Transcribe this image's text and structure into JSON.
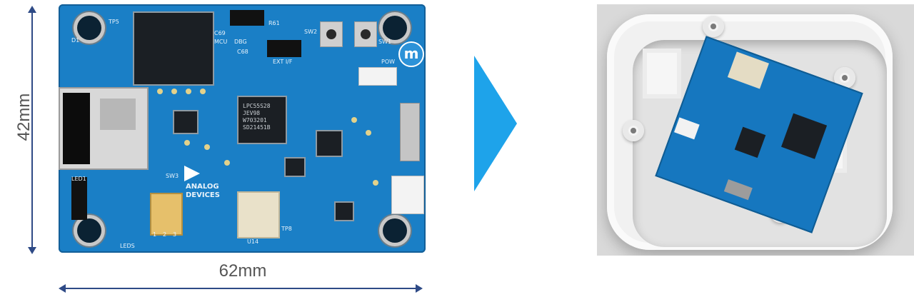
{
  "dimensions": {
    "height_label": "42mm",
    "width_label": "62mm"
  },
  "board": {
    "mcu_chip_text": [
      "LPC55S28",
      "JEV98",
      "W703201",
      "SD21451B"
    ],
    "silkscreen": {
      "tp5": "TP5",
      "mcu": "MCU",
      "dbg": "DBG",
      "ext_if": "EXT I/F",
      "sw2": "SW2",
      "sw1": "SW1",
      "pow": "POW",
      "d1": "D1",
      "led1": "LED1",
      "leds": "LEDS",
      "sw3": "SW3",
      "u14": "U14",
      "tp8": "TP8",
      "c69": "C69",
      "r61": "R61",
      "c68": "C68",
      "brand_line1": "ANALOG",
      "brand_line2": "DEVICES",
      "dip_labels": [
        "1",
        "2",
        "3"
      ]
    },
    "logo_letter": "m"
  },
  "colors": {
    "pcb_blue": "#1a7fc6",
    "arrow_blue": "#1ea3ea",
    "dimension_line": "#2e4a86",
    "label_gray": "#555555"
  }
}
